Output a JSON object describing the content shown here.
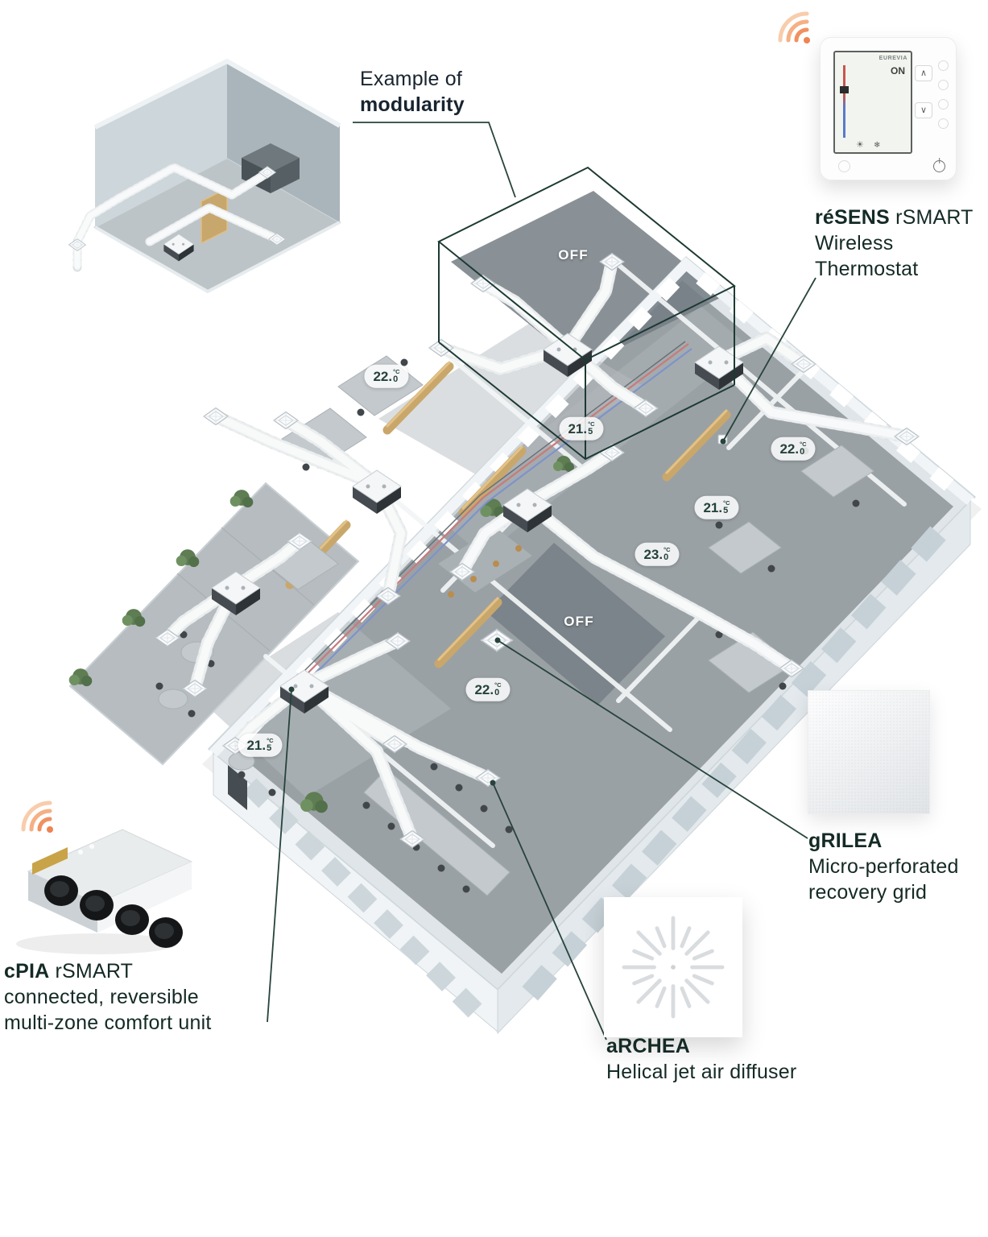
{
  "callouts": {
    "modularity": {
      "line1": "Example of",
      "line2": "modularity"
    },
    "resens": {
      "name": "réSENS",
      "suffix": " rSMART",
      "line2": "Wireless",
      "line3": "Thermostat"
    },
    "grilea": {
      "name": "gRILEA",
      "line2": "Micro-perforated",
      "line3": "recovery grid"
    },
    "archea": {
      "name": "aRCHEA",
      "line2": "Helical jet air diffuser"
    },
    "cpia": {
      "name": "cPIA",
      "suffix": " rSMART",
      "line2": "connected, reversible",
      "line3": "multi-zone comfort unit"
    }
  },
  "thermostat": {
    "brand": "EUREVIA",
    "status": "ON"
  },
  "badges": {
    "off": "OFF",
    "temps": [
      {
        "value": "22.",
        "decimal": "0",
        "unit": "°C"
      },
      {
        "value": "21.",
        "decimal": "5",
        "unit": "°C"
      },
      {
        "value": "22.",
        "decimal": "0",
        "unit": "°C"
      },
      {
        "value": "21.",
        "decimal": "5",
        "unit": "°C"
      },
      {
        "value": "23.",
        "decimal": "0",
        "unit": "°C"
      },
      {
        "value": "22.",
        "decimal": "0",
        "unit": "°C"
      },
      {
        "value": "21.",
        "decimal": "5",
        "unit": "°C"
      }
    ]
  },
  "colors": {
    "accent_dark": "#1c3a33",
    "wifi_orange": "#ee8450",
    "floor_grey": "#9aa1a5",
    "duct_white": "#eff1f3",
    "wood": "#c9a76b"
  }
}
